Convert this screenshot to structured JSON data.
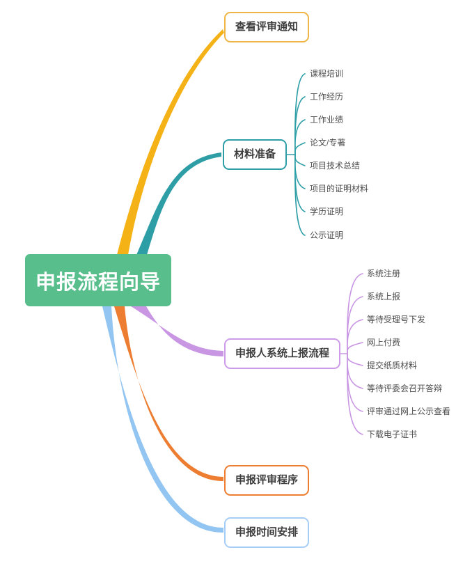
{
  "root": {
    "label": "申报流程向导",
    "bg_color": "#57BE8C"
  },
  "branches": [
    {
      "label": "查看评审通知",
      "color": "#F5B217",
      "children": []
    },
    {
      "label": "材料准备",
      "color": "#2E9EA6",
      "children": [
        "课程培训",
        "工作经历",
        "工作业绩",
        "论文/专著",
        "项目技术总结",
        "项目的证明材料",
        "学历证明",
        "公示证明"
      ]
    },
    {
      "label": "申报人系统上报流程",
      "color": "#C996E4",
      "children": [
        "系统注册",
        "系统上报",
        "等待受理号下发",
        "网上付费",
        "提交纸质材料",
        "等待评委会召开答辩",
        "评审通过网上公示查看",
        "下载电子证书"
      ]
    },
    {
      "label": "申报评审程序",
      "color": "#ED7D31",
      "children": []
    },
    {
      "label": "申报时间安排",
      "color": "#92C5F2",
      "children": []
    }
  ]
}
